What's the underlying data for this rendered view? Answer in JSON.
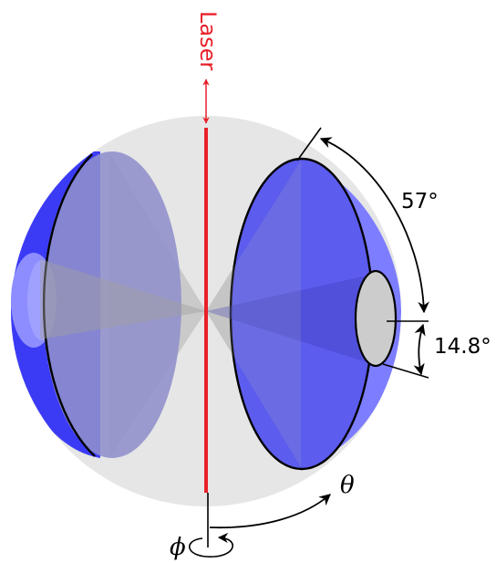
{
  "labels": {
    "laser": "Laser",
    "angle_large": "57°",
    "angle_small": "14.8°",
    "theta": "θ",
    "phi": "ϕ"
  },
  "colors": {
    "laser": "#e8202a",
    "sphere": "#e6e6e6",
    "detector_blue": "#4f4ff0",
    "detector_blue_light": "#8080ff",
    "detector_left_face": "#9a9ad0",
    "cone_gray": "#bdbdbd",
    "hole_gray": "#cccccc",
    "line": "#000000"
  }
}
